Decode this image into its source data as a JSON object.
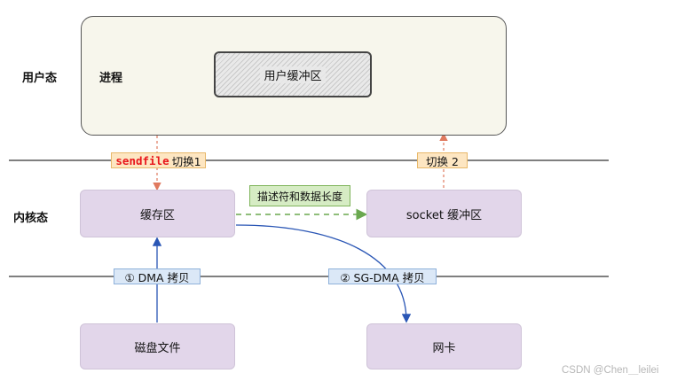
{
  "layers": {
    "user_mode": "用户态",
    "kernel_mode": "内核态"
  },
  "process": {
    "label": "进程",
    "user_buffer": "用户缓冲区"
  },
  "kernel": {
    "page_cache": "缓存区",
    "socket_buffer": "socket 缓冲区",
    "descriptor_label": "描述符和数据长度"
  },
  "hardware": {
    "disk_file": "磁盘文件",
    "nic": "网卡"
  },
  "switches": {
    "switch1_keyword": "sendfile",
    "switch1_text": "切换1",
    "switch2_text": "切换 2"
  },
  "copies": {
    "dma_copy": "① DMA 拷贝",
    "sg_dma_copy": "② SG-DMA 拷贝"
  },
  "watermark": "CSDN @Chen＿leilei",
  "colors": {
    "kernel_box_fill": "#e2d6ea",
    "process_fill": "#f7f6ec",
    "switch_arrow": "#e07a5f",
    "dma_arrow": "#2a56b5",
    "descriptor_arrow": "#6aa84f"
  }
}
